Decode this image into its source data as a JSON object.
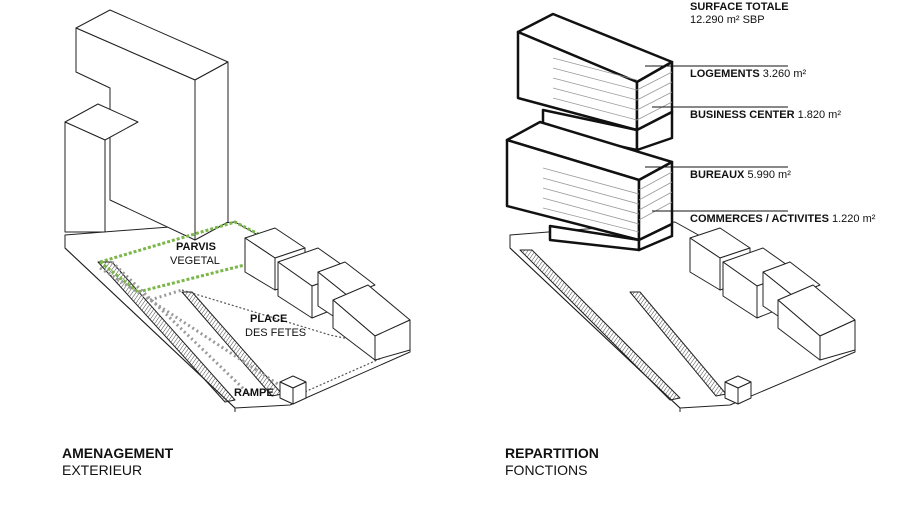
{
  "left": {
    "labels": {
      "parvis_title": "PARVIS",
      "parvis_sub": "VEGETAL",
      "place_title": "PLACE",
      "place_sub": "DES FETES",
      "rampe": "RAMPE"
    },
    "caption": {
      "title": "AMENAGEMENT",
      "sub": "EXTERIEUR"
    }
  },
  "right": {
    "total": {
      "title": "SURFACE TOTALE",
      "value": "12.290 m² SBP"
    },
    "functions": [
      {
        "name": "LOGEMENTS",
        "area": "3.260 m²"
      },
      {
        "name": "BUSINESS CENTER",
        "area": "1.820 m²"
      },
      {
        "name": "BUREAUX",
        "area": "5.990 m²"
      },
      {
        "name": "COMMERCES / ACTIVITES",
        "area": "1.220 m²"
      }
    ],
    "caption": {
      "title": "REPARTITION",
      "sub": "FONCTIONS"
    }
  },
  "colors": {
    "ink": "#111111",
    "vegetal": "#7ab648",
    "path": "#9a9a9a"
  }
}
